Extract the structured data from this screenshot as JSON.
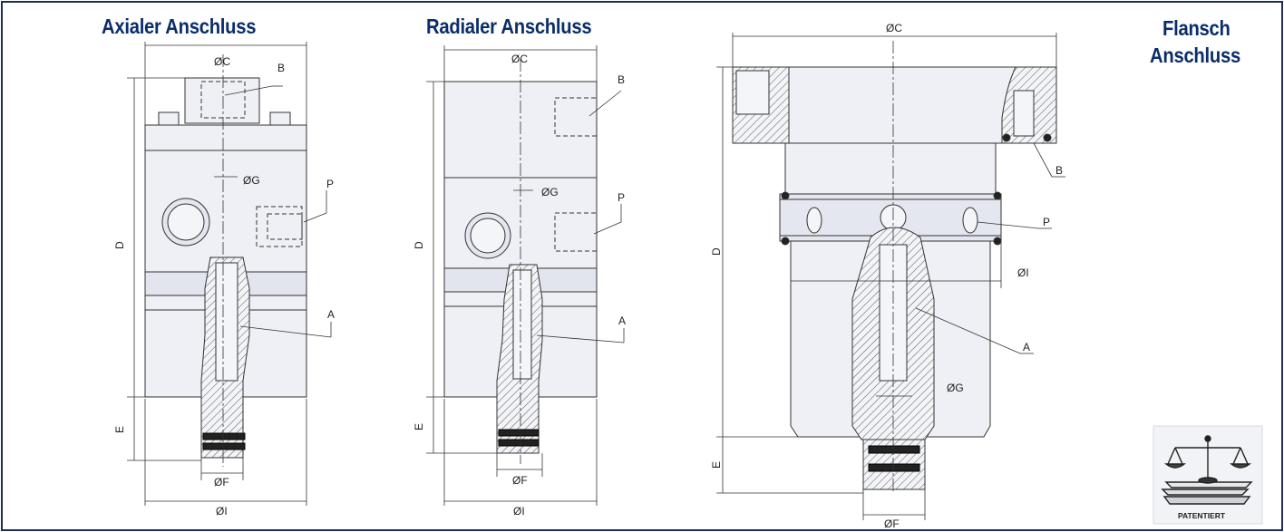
{
  "headings": {
    "axial": "Axialer Anschluss",
    "radial": "Radialer Anschluss",
    "flange_line1": "Flansch",
    "flange_line2": "Anschluss"
  },
  "labels": {
    "dia_c": "ØC",
    "dia_g": "ØG",
    "dia_f": "ØF",
    "dia_i": "ØI",
    "b": "B",
    "p": "P",
    "a": "A",
    "d": "D",
    "e": "E"
  },
  "badge": {
    "text": "PATENTIERT",
    "icon": "scales-of-justice-icon"
  },
  "colors": {
    "heading": "#0b2d6b",
    "frame": "#1c2f55",
    "body_fill": "#eef0f6",
    "band_fill": "#e2e5ee",
    "outline": "#333333"
  }
}
